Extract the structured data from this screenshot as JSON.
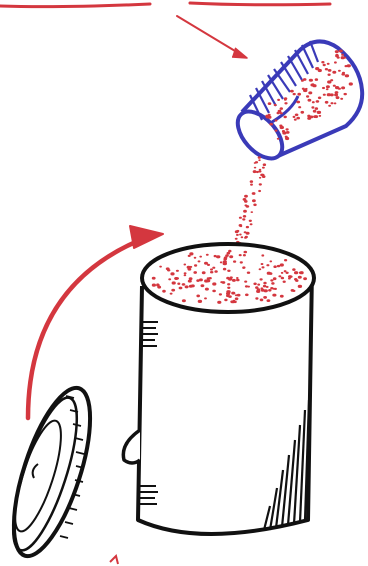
{
  "illustration": {
    "colors": {
      "background": "#ffffff",
      "ink": "#1a1a1a",
      "red": "#d4373f",
      "blue": "#3a3ab8"
    },
    "objects": [
      "top-arrow",
      "salt-shaker",
      "falling-grains",
      "cylinder-container",
      "container-lid",
      "curved-red-arrow"
    ]
  }
}
